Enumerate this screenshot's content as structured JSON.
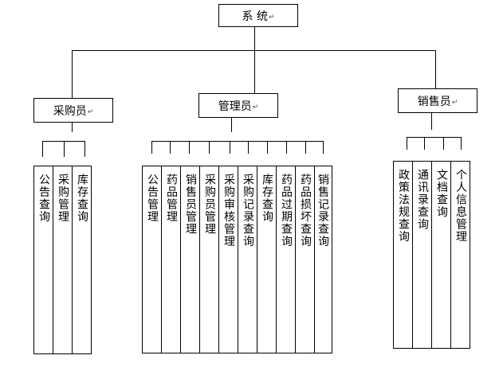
{
  "root": {
    "label": "系 统"
  },
  "groups": [
    {
      "id": "buyer",
      "label": "采购员",
      "items": [
        "公告查询",
        "采购管理",
        "库存查询"
      ]
    },
    {
      "id": "admin",
      "label": "管理员",
      "items": [
        "公告管理",
        "药品管理",
        "销售员管理",
        "采购员管理",
        "采购审核管理",
        "采购记录查询",
        "库存查询",
        "药品过期查询",
        "药品损坏查询",
        "销售记录查询"
      ]
    },
    {
      "id": "seller",
      "label": "销售员",
      "items": [
        "政策法规查询",
        "通讯录查询",
        "文档查询",
        "个人信息管理"
      ]
    }
  ],
  "colors": {
    "line": "#000000",
    "background": "#ffffff",
    "return_mark": "#555555"
  }
}
